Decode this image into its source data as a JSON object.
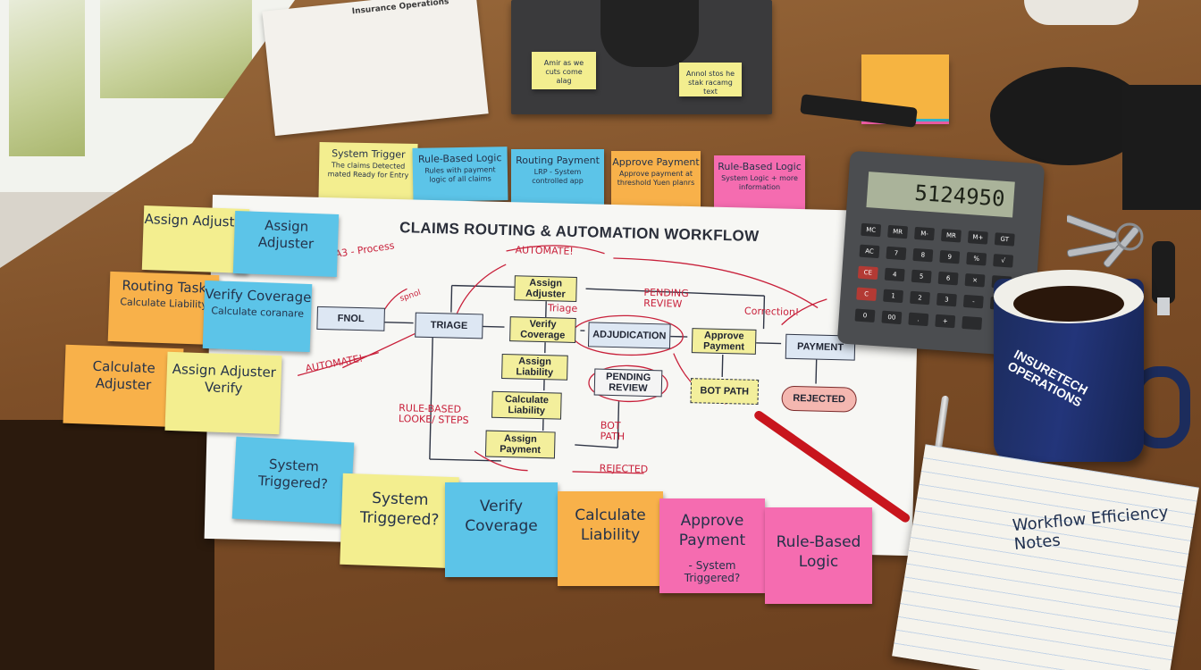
{
  "paper": {
    "title": "CLAIMS ROUTING & AUTOMATION WORKFLOW",
    "nodes": {
      "fnol": "FNOL",
      "triage": "TRIAGE",
      "assign_adjuster": "Assign Adjuster",
      "verify_coverage": "Verify Coverage",
      "assign_liability": "Assign Liability",
      "calculate_liability": "Calculate Liability",
      "assign_payment": "Assign Payment",
      "adjudication": "ADJUDICATION",
      "pending_review": "PENDING REVIEW",
      "approve_payment": "Approve Payment",
      "bot_path": "BOT PATH",
      "payment": "PAYMENT",
      "rejected": "REJECTED"
    },
    "annotations": {
      "a3": "A3 - Process",
      "automate_top": "AUTOMATE!",
      "automate_left": "AUTOMATE!",
      "pending_review": "PENDING REVIEW",
      "correction": "Correction!",
      "triage": "Triage",
      "rule_based": "RULE-BASED LOOKE/ STEPS",
      "bot_path": "BOT PATH",
      "rejected": "REJECTED",
      "small": "spnol"
    }
  },
  "top_notes": [
    {
      "title": "System Trigger",
      "sub": "The claims Detected mated Ready for Entry",
      "color": "yellow"
    },
    {
      "title": "Rule-Based Logic",
      "sub": "Rules with payment logic of all claims",
      "color": "blue"
    },
    {
      "title": "Routing Payment",
      "sub": "LRP - System controlled app",
      "color": "blue"
    },
    {
      "title": "Approve Payment",
      "sub": "Approve payment at threshold Yuen planrs",
      "color": "orange"
    },
    {
      "title": "Rule-Based Logic",
      "sub": "System Logic + more information",
      "color": "pink"
    }
  ],
  "left_notes": [
    {
      "title": "Assign Adjuster",
      "sub": "",
      "color": "yellow"
    },
    {
      "title": "Assign Adjuster",
      "sub": "",
      "color": "blue"
    },
    {
      "title": "Routing Task",
      "sub": "Calculate Liability",
      "color": "orange"
    },
    {
      "title": "Verify Coverage",
      "sub": "Calculate coranare",
      "color": "blue"
    },
    {
      "title": "Calculate Adjuster",
      "sub": "",
      "color": "orange"
    },
    {
      "title": "Assign Adjuster Verify",
      "sub": "",
      "color": "yellow"
    },
    {
      "title": "System Triggered?",
      "sub": "",
      "color": "blue"
    }
  ],
  "bottom_notes": [
    {
      "title": "System Triggered?",
      "sub": "",
      "color": "yellow"
    },
    {
      "title": "Verify Coverage",
      "sub": "",
      "color": "blue"
    },
    {
      "title": "Calculate Liability",
      "sub": "",
      "color": "orange"
    },
    {
      "title": "Approve Payment",
      "sub": "- System Triggered?",
      "color": "pink"
    },
    {
      "title": "Rule-Based Logic",
      "sub": "",
      "color": "pink"
    }
  ],
  "monitor_notes": [
    {
      "text": "Amir as we cuts come alag"
    },
    {
      "text": "Annol stos he stak racamg text"
    }
  ],
  "binder": {
    "title": "Insurance Operations"
  },
  "calculator": {
    "display": "5124950",
    "keys": [
      "MC",
      "MR",
      "M-",
      "MR",
      "M+",
      "GT",
      "AC",
      "7",
      "8",
      "9",
      "%",
      "√",
      "CE",
      "4",
      "5",
      "6",
      "×",
      "÷",
      "C",
      "1",
      "2",
      "3",
      "-",
      "",
      "0",
      "00",
      ".",
      "+",
      ""
    ]
  },
  "mug": {
    "text": "INSURETECH OPERATIONS"
  },
  "notebook": {
    "text": "Workflow Efficiency Notes"
  }
}
